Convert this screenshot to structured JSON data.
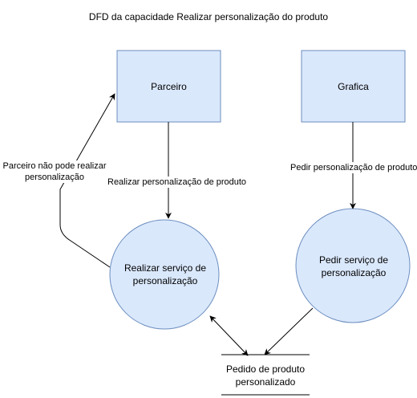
{
  "diagram": {
    "title": "DFD da capacidade Realizar personalização do produto",
    "entities": {
      "parceiro": "Parceiro",
      "grafica": "Grafica"
    },
    "processes": {
      "realizar_servico": "Realizar serviço de personalização",
      "pedir_servico": "Pedir serviço de personalização"
    },
    "datastore": {
      "pedido_personalizado": "Pedido de produto personalizado"
    },
    "flows": {
      "realizar_personalizacao": "Realizar personalização de produto",
      "pedir_personalizacao": "Pedir personalização de produto",
      "parceiro_nao_pode": "Parceiro não pode realizar personalização"
    },
    "colors": {
      "fill": "#dae8fc",
      "stroke": "#6c8ebf",
      "line": "#000000"
    }
  }
}
